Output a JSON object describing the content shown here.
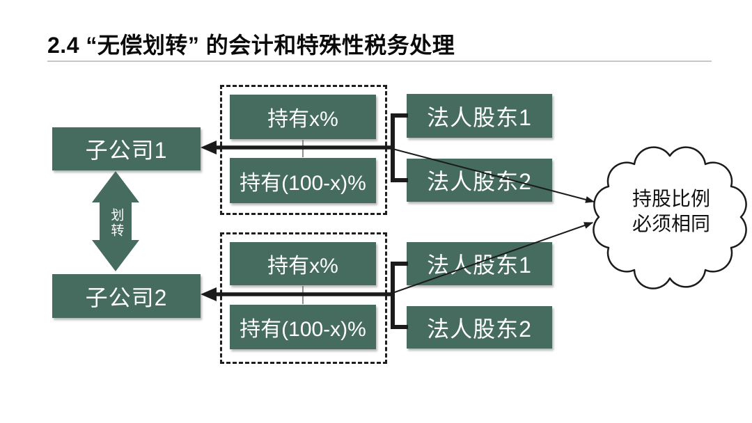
{
  "title": "2.4 “无偿划转” 的会计和特殊性税务处理",
  "colors": {
    "box_green": "#456C5E",
    "line_black": "#1b1b1b",
    "divider_gray": "#c6c6c6",
    "box_text": "#ffffff"
  },
  "left_column": {
    "subsidiary_top": "子公司1",
    "subsidiary_bottom": "子公司2",
    "transfer_arrow_label": "划转"
  },
  "groups": [
    {
      "holding_x": "持有x%",
      "holding_remainder": "持有(100-x)%",
      "shareholder_1": "法人股东1",
      "shareholder_2": "法人股东2"
    },
    {
      "holding_x": "持有x%",
      "holding_remainder": "持有(100-x)%",
      "shareholder_1": "法人股东1",
      "shareholder_2": "法人股东2"
    }
  ],
  "cloud_note": {
    "line1": "持股比例",
    "line2": "必须相同"
  }
}
